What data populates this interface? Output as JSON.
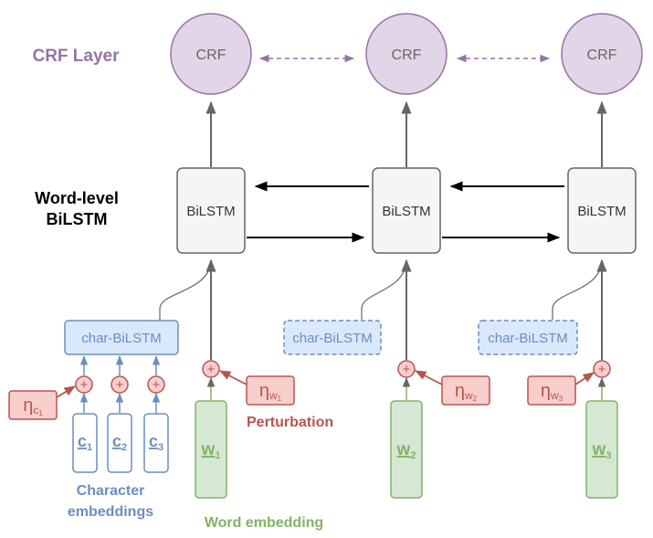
{
  "labels": {
    "crf_layer": "CRF Layer",
    "word_level_line1": "Word-level",
    "word_level_line2": "BiLSTM",
    "perturbation": "Perturbation",
    "char_emb_line1": "Character",
    "char_emb_line2": "embeddings",
    "word_embedding": "Word embedding"
  },
  "crf_nodes": [
    "CRF",
    "CRF",
    "CRF"
  ],
  "bilstm_nodes": [
    "BiLSTM",
    "BiLSTM",
    "BiLSTM"
  ],
  "char_bilstm": [
    "char-BiLSTM",
    "char-BiLSTM",
    "char-BiLSTM"
  ],
  "char_vectors": [
    {
      "base": "c",
      "sub": "1"
    },
    {
      "base": "c",
      "sub": "2"
    },
    {
      "base": "c",
      "sub": "3"
    }
  ],
  "word_vectors": [
    {
      "base": "w",
      "sub": "1"
    },
    {
      "base": "w",
      "sub": "2"
    },
    {
      "base": "w",
      "sub": "3"
    }
  ],
  "char_noise": {
    "eta": "η",
    "base": "c",
    "sub": "1"
  },
  "word_noise": [
    {
      "eta": "η",
      "base": "w",
      "sub": "1"
    },
    {
      "eta": "η",
      "base": "w",
      "sub": "2"
    },
    {
      "eta": "η",
      "base": "w",
      "sub": "3"
    }
  ],
  "plus_symbol": "+",
  "colors": {
    "crf_fill": "#e1d5e7",
    "crf_stroke": "#9673a6",
    "bilstm_fill": "#f5f5f5",
    "bilstm_stroke": "#666666",
    "blue_fill": "#dae8fc",
    "blue_stroke": "#6c8ebf",
    "green_fill": "#d5e8d4",
    "green_stroke": "#82b366",
    "red_fill": "#f8cecc",
    "red_stroke": "#b85450"
  }
}
